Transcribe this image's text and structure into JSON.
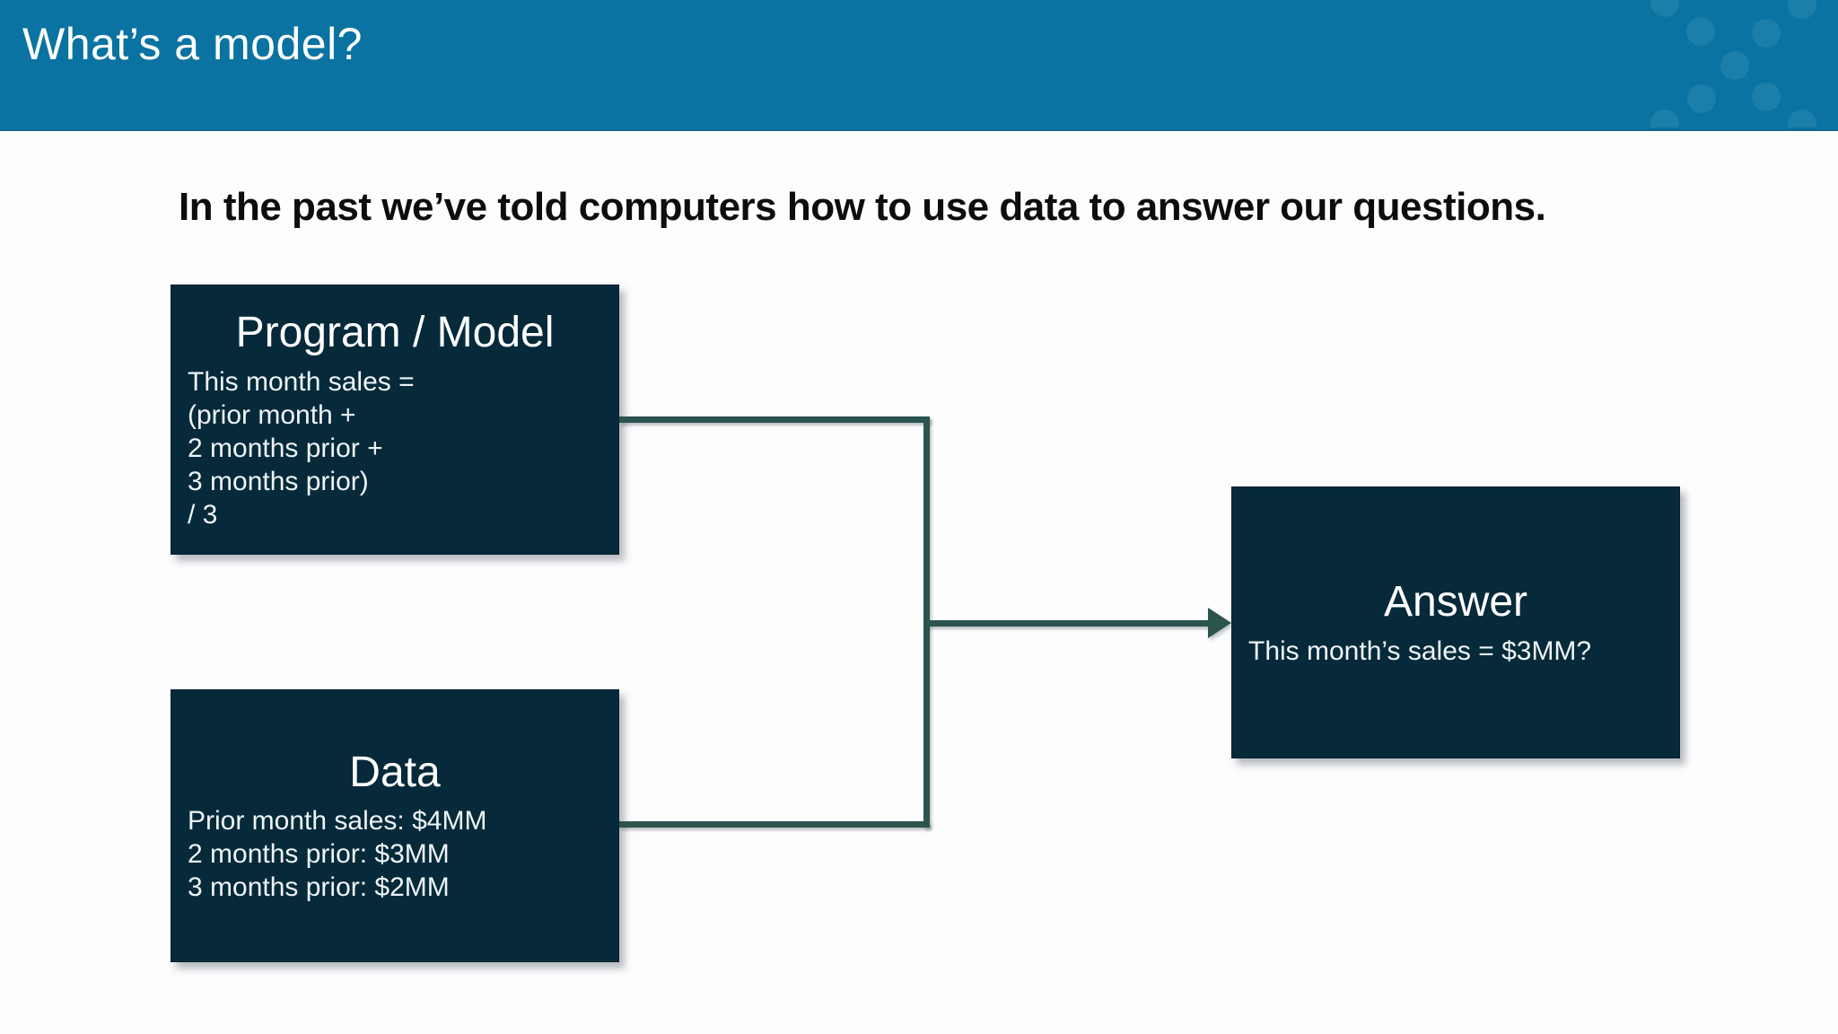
{
  "header": {
    "title": "What’s a model?",
    "bg_color": "#0b73a1",
    "dot_color": "#1c7fa9"
  },
  "subtitle": "In the past we’ve told computers how to use data to answer our questions.",
  "diagram": {
    "box_fill": "#062a3a",
    "connector_color": "#2a544d",
    "boxes": [
      {
        "id": "program-model",
        "title": "Program / Model",
        "lines": [
          "This month sales =",
          "(prior month +",
          "2 months prior +",
          "3 months prior)",
          "/ 3"
        ]
      },
      {
        "id": "data",
        "title": "Data",
        "lines": [
          "Prior month sales: $4MM",
          "2 months prior: $3MM",
          "3 months prior: $2MM"
        ]
      },
      {
        "id": "answer",
        "title": "Answer",
        "lines": [
          "This month’s sales = $3MM?"
        ]
      }
    ]
  }
}
